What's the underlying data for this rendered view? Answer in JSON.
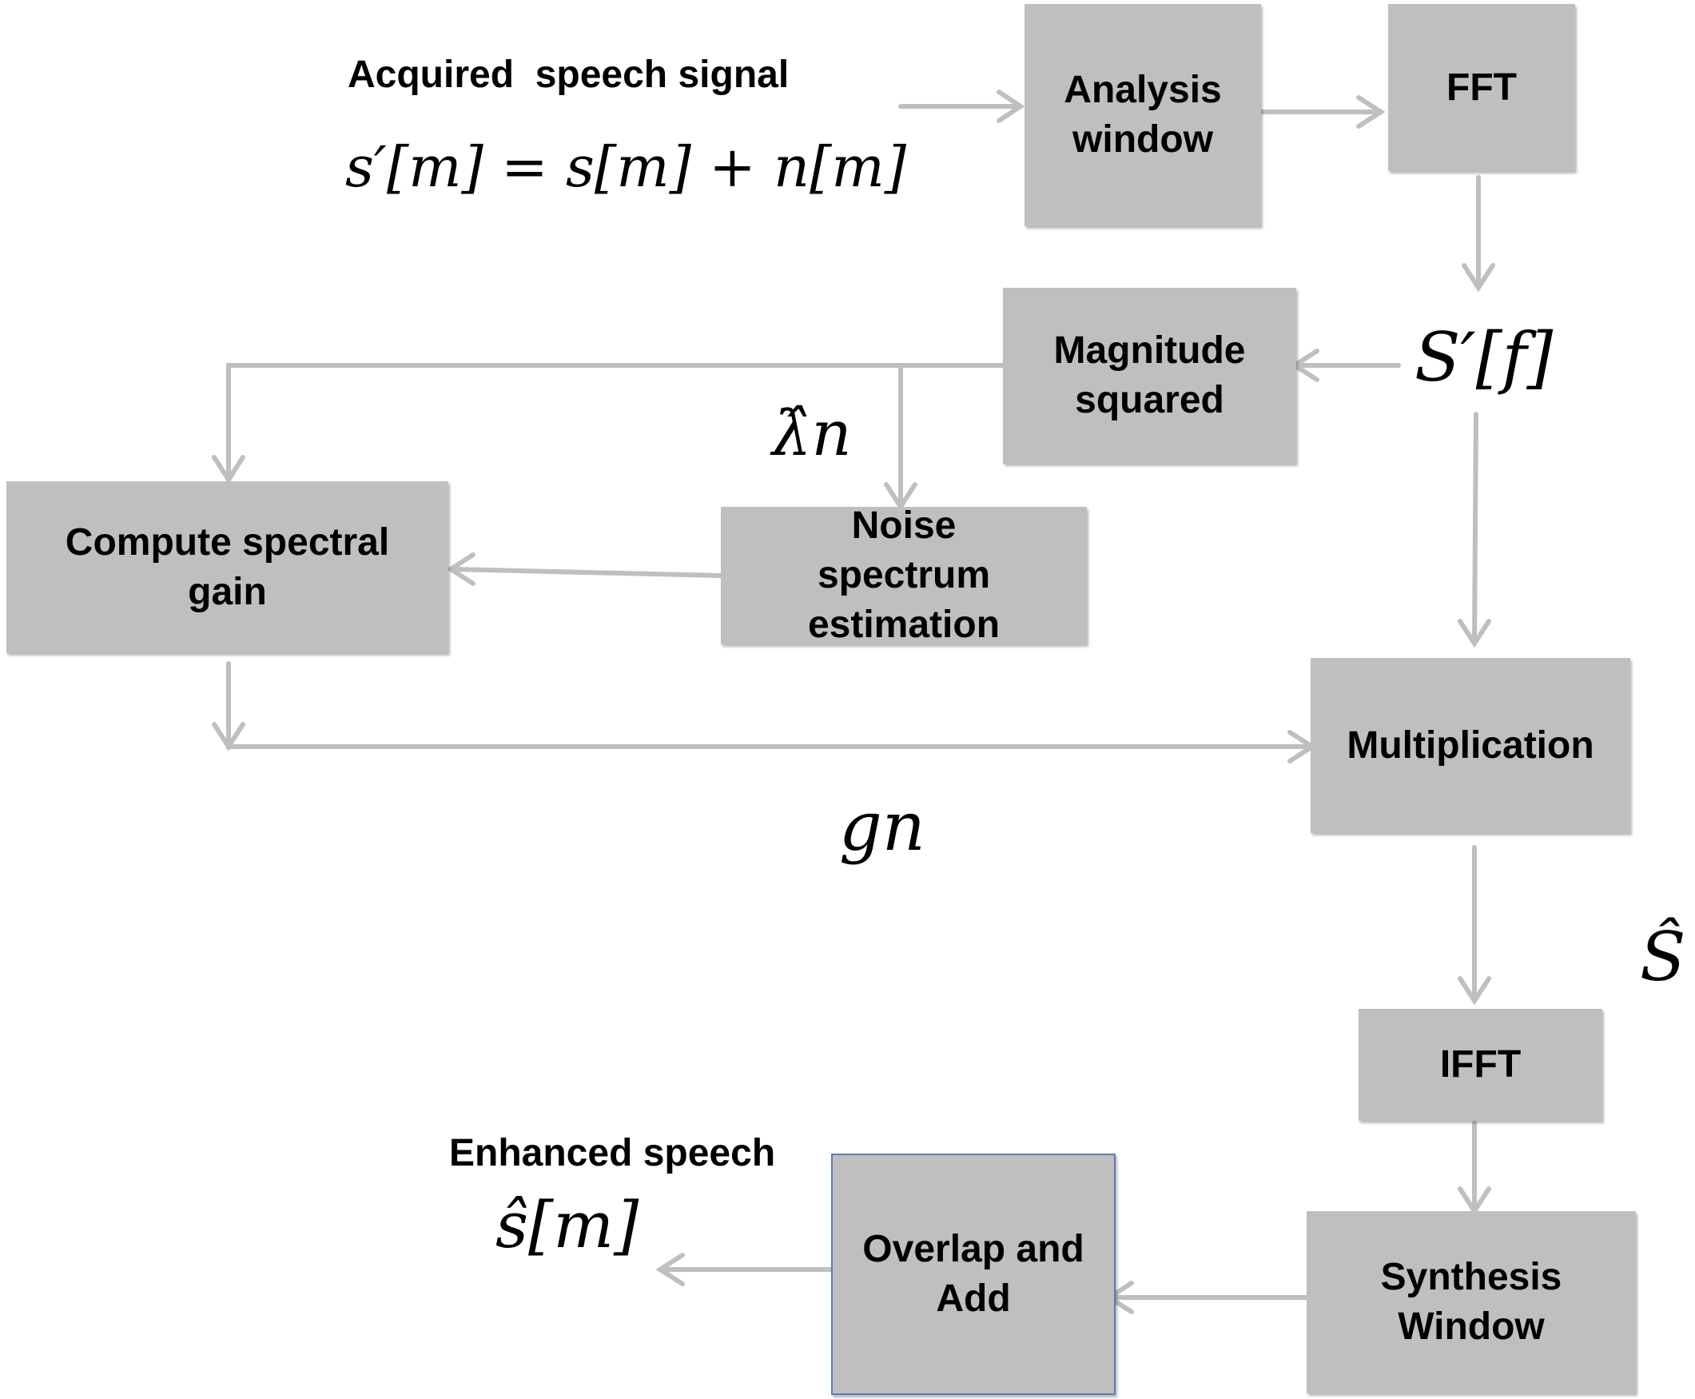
{
  "diagram": {
    "input_label": "Acquired  speech signal",
    "input_equation": "s′[m] = s[m] + n[m]",
    "spectrum_symbol": "S′[f]",
    "noise_symbol": "λ̂n",
    "gain_symbol": "gn",
    "estimate_symbol": "Ŝ",
    "output_label": "Enhanced speech",
    "output_symbol": "ŝ[m]",
    "blocks": {
      "analysis_window": "Analysis\nwindow",
      "fft": "FFT",
      "magnitude_squared": "Magnitude\nsquared",
      "compute_spectral_gain": "Compute spectral\ngain",
      "noise_spectrum_estimation": "Noise\nspectrum\nestimation",
      "multiplication": "Multiplication",
      "ifft": "IFFT",
      "synthesis_window": "Synthesis\nWindow",
      "overlap_and_add": "Overlap and\nAdd"
    },
    "colors": {
      "block_fill": "#bfbfbf",
      "arrow": "#bfbfbf",
      "block_border": "#5b7bb8"
    }
  }
}
